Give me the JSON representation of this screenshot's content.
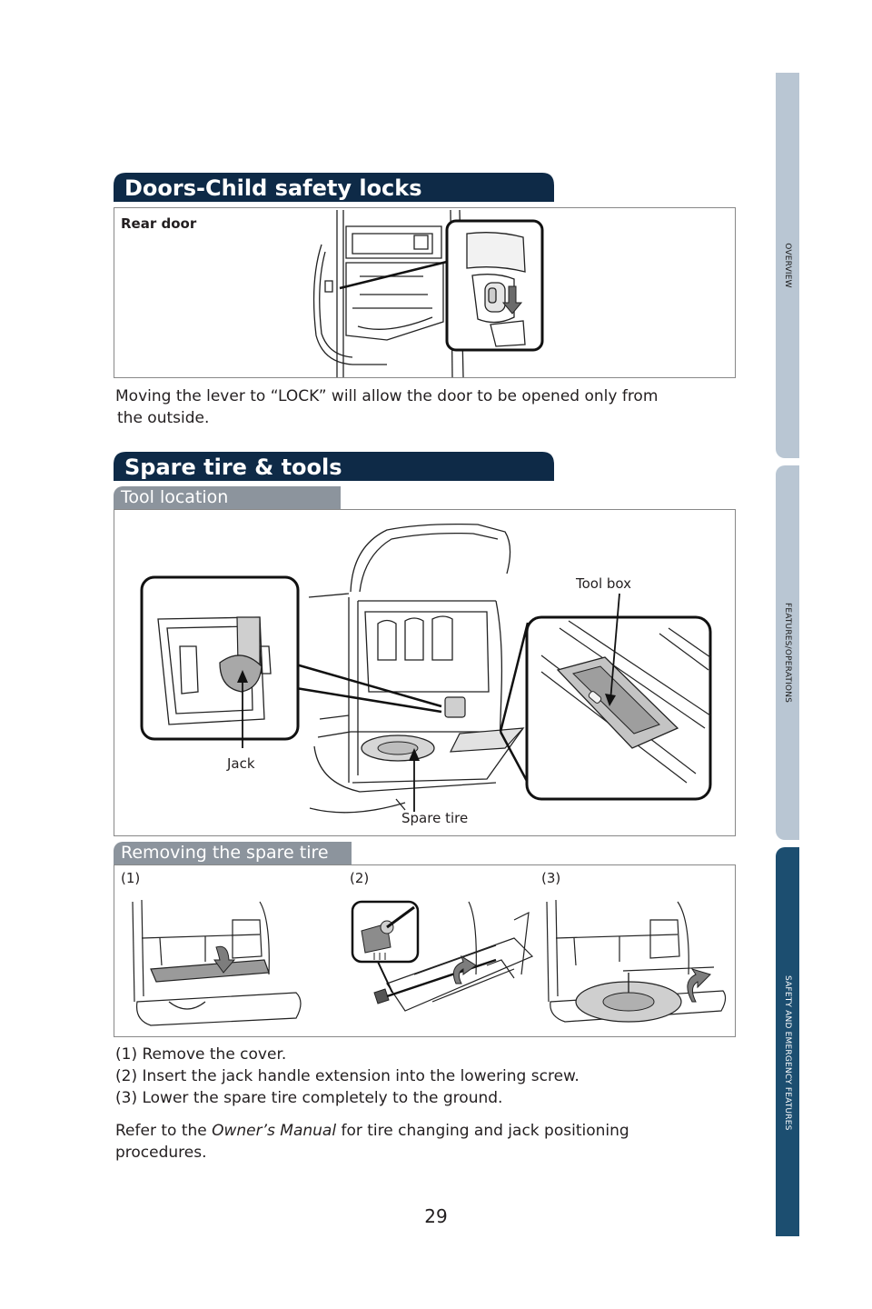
{
  "tabs": {
    "overview": "OVERVIEW",
    "features": "FEATURES/OPERATIONS",
    "safety": "SAFETY AND EMERGENCY FEATURES"
  },
  "doors": {
    "header": "Doors-Child safety locks",
    "rear_door_label": "Rear door",
    "description_line1": "Moving the lever to “LOCK” will allow the door to be opened only from",
    "description_line2": "the outside."
  },
  "spare": {
    "header": "Spare tire & tools",
    "tool_location": {
      "header": "Tool location",
      "labels": {
        "tool_box": "Tool box",
        "jack": "Jack",
        "spare_tire": "Spare tire"
      }
    },
    "removing": {
      "header": "Removing the spare tire",
      "step_labels": [
        "(1)",
        "(2)",
        "(3)"
      ],
      "steps": [
        "(1) Remove the cover.",
        "(2) Insert the jack handle extension into the lowering screw.",
        "(3) Lower the spare tire completely to the ground."
      ]
    },
    "refer": {
      "prefix": "Refer to the ",
      "manual": "Owner’s Manual",
      "suffix": " for tire changing and jack positioning",
      "line2": "procedures."
    }
  },
  "page_number": "29",
  "colors": {
    "header_dark": "#0e2a47",
    "subheader_gray": "#8c949d",
    "tab_light": "#b9c6d3",
    "tab_active": "#1c4e70"
  }
}
